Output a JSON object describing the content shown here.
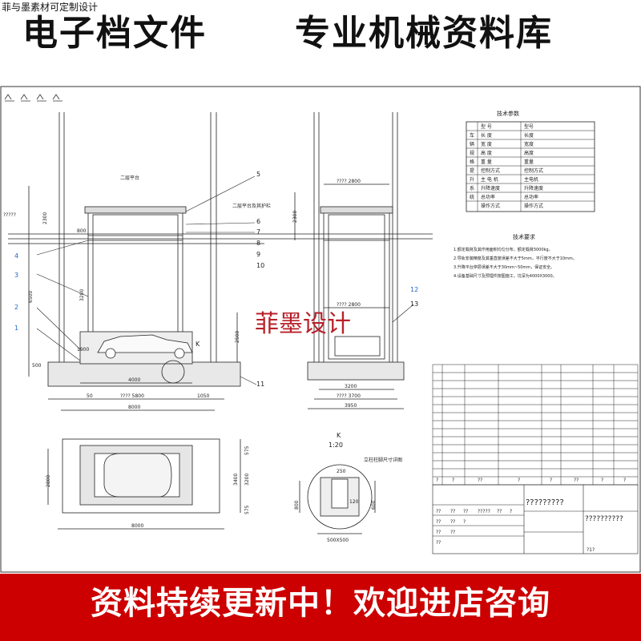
{
  "watermark_top": "菲与墨素材可定制设计",
  "header": {
    "left": "电子档文件",
    "right": "专业机械资料库"
  },
  "footer": {
    "text": "资料持续更新中！欢迎进店咨询"
  },
  "drawing": {
    "stamp": "菲墨设计",
    "platform2_label": "二层平台",
    "guard_label": "二层平台及其护栏",
    "unknown_label": "?????",
    "part_numbers": [
      "5",
      "6",
      "7",
      "8",
      "9",
      "10",
      "11",
      "12",
      "13",
      "4",
      "3",
      "2",
      "1"
    ],
    "front_dims": {
      "h_2300": "2300",
      "h_6500": "6500",
      "h_3200": "3200",
      "h_2500": "2500",
      "d_800": "800",
      "w_4000": "4000",
      "w_5800": "???? 5800",
      "w_8000": "8000",
      "d_50": "50",
      "d_1050": "1050",
      "d_500": "500",
      "k": "K",
      "d_1900": "1900"
    },
    "side_dims": {
      "w_2800_top": "???? 2800",
      "h_2300": "2300",
      "w_2800_mid": "???? 2800",
      "w_3200": "3200",
      "w_3700": "???? 3700",
      "w_3950": "3950"
    },
    "plan_dims": {
      "w_8000": "8000",
      "h_2800": "2800",
      "h_3400": "3400",
      "h_3200": "3200",
      "d_575_a": "575",
      "d_575_b": "575"
    },
    "detail": {
      "k": "K",
      "scale": "1:20",
      "caption": "立柱柱脚尺寸详图",
      "d_250": "250",
      "d_120": "120",
      "d_800": "800",
      "d_600": "600",
      "d_500": "500X500"
    },
    "tech_table": {
      "title": "技术参数",
      "rows": [
        [
          "",
          "型  号",
          "型号"
        ],
        [
          "车",
          "长  度",
          "长度"
        ],
        [
          "辆",
          "宽  度",
          "宽度"
        ],
        [
          "规",
          "高  度",
          "高度"
        ],
        [
          "格",
          "重  量",
          "重量"
        ],
        [
          "提",
          "控制方式",
          "控制方式"
        ],
        [
          "升",
          "主 电 机",
          "主电机"
        ],
        [
          "系",
          "升降速度",
          "升降速度"
        ],
        [
          "统",
          "总功率",
          "总功率"
        ],
        [
          "",
          "操作方式",
          "操作方式"
        ]
      ]
    },
    "notes": {
      "title": "技术要求",
      "lines": [
        "1.额定载荷及其作用面积均匀分布，额定载荷3000kg。",
        "2.导轨安装精度及其垂直度误差不大于5mm，平行度不大于10mm。",
        "3.升降平台停层误差不大于30mm~50mm，保证安全。",
        "4.设备基础尺寸及预埋件按图施工，坑深为4000X3000。"
      ]
    },
    "parts_list_marks": [
      "?",
      "?",
      "??",
      "?",
      "?",
      "??",
      "?",
      "?"
    ],
    "title_block": {
      "big": "?????????",
      "big2": "??????????",
      "r1": [
        "??",
        "??",
        "??",
        "?????",
        "??",
        "?"
      ],
      "r2": [
        "??",
        "??",
        "?"
      ],
      "r3": [
        "??",
        "??"
      ],
      "r4": [
        "??"
      ],
      "sheet": "?1?"
    }
  }
}
